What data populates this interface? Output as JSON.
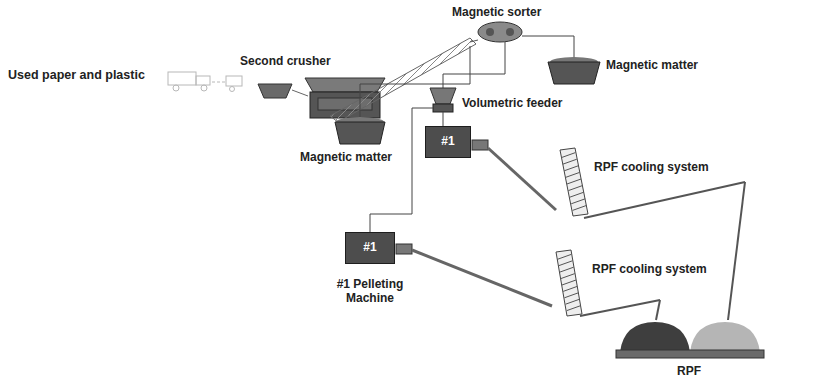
{
  "diagram": {
    "nodes": [
      {
        "text": [
          "#1"
        ]
      },
      {
        "text": [
          "#1",
          "#1 Pelleting Machine"
        ]
      }
    ],
    "labels": [
      "Used paper and plastic",
      "Second crusher",
      "Magnetic sorter",
      "Magnetic matter",
      "Volumetric feeder",
      "Magnetic matter",
      "RPF cooling system",
      "RPF cooling system",
      "RPF"
    ]
  }
}
